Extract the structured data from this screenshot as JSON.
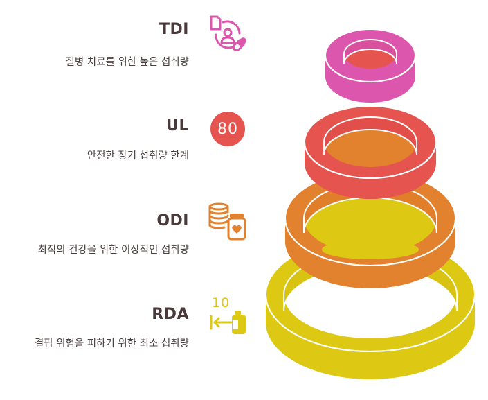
{
  "levels": [
    {
      "name": "TDI",
      "desc": "질병 치료를 위한 높은 섭취량",
      "color": "#dc56ad",
      "icon": "patient-pill-icon"
    },
    {
      "name": "UL",
      "desc": "안전한 장기 섭취량 한계",
      "color": "#e5544f",
      "icon": "badge-80-icon",
      "icon_text": "80"
    },
    {
      "name": "ODI",
      "desc": "최적의 건강을 위한 이상적인 섭취량",
      "color": "#e2822e",
      "icon": "coins-bottle-icon"
    },
    {
      "name": "RDA",
      "desc": "결핍 위험을 피하기 위한 최소 섭취량",
      "color": "#ddc814",
      "icon": "arrow-10-bottle-icon",
      "icon_text": "10"
    }
  ]
}
